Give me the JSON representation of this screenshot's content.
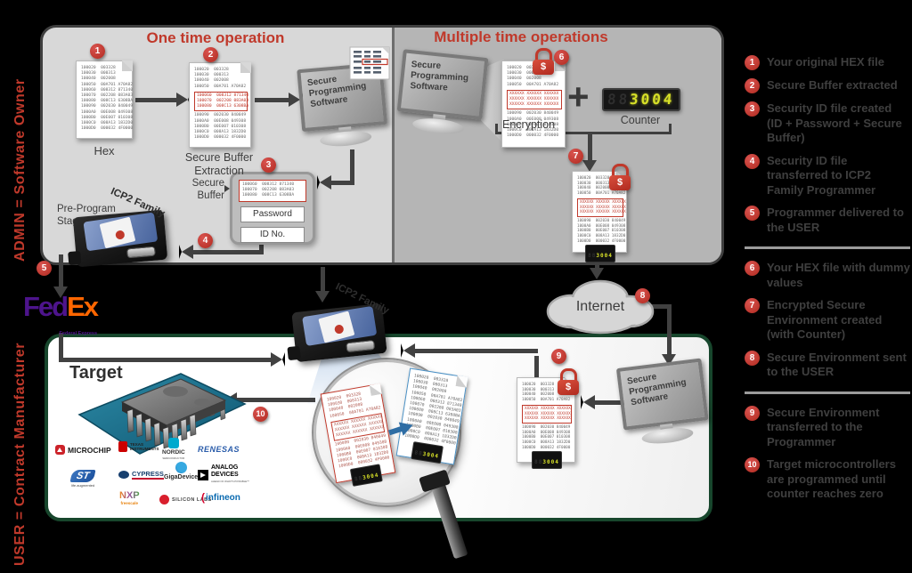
{
  "left_labels": {
    "admin": "ADMIN = Software Owner",
    "user": "USER = Contract Manufacturer"
  },
  "panels": {
    "one_time_title": "One time operation",
    "multiple_time_title": "Multiple time operations"
  },
  "labels": {
    "hex": "Hex",
    "secure_buffer_extraction": "Secure Buffer\nExtraction",
    "secure_buffer_side": "Secure\nBuffer",
    "password": "Password",
    "id_no": "ID No.",
    "pre_program_stage": "Pre-Program\nStage",
    "icp2_family": "ICP2 Family",
    "monitor": "Secure\nProgramming\nSoftware",
    "counter": "Counter",
    "encryption": "Encryption",
    "internet": "Internet",
    "target": "Target",
    "plus": "+"
  },
  "hex": {
    "rows_full": [
      "100020  003328",
      "100030  000313",
      "100040  002008",
      "100050  00A701 A70A82",
      "100060  008312 871340",
      "100070  002208 083A03",
      "100080  008C13 6308BA",
      "100090  002030 840049",
      "1000A0  00E008 049308",
      "1000B0  00E007 010308",
      "1000C0  008A13 1832D0",
      "1000D0  000032 4F0000"
    ],
    "rows_top": [
      "100020  003328",
      "100030  000313",
      "100040  002008",
      "100050  00A701 A70A82"
    ],
    "rows_secure": [
      "100060  008312 871340",
      "100070  002208 083A03",
      "100080  008C13 6308BA"
    ],
    "rows_dummy": [
      "XXXXXX XXXXXX XXXXXX",
      "XXXXXX XXXXXX XXXXXX",
      "XXXXXX XXXXXX XXXXXX"
    ],
    "rows_bottom": [
      "100090  002030 840049",
      "1000A0  00E008 049308",
      "1000B0  00E007 010308",
      "1000C0  008A13 1832D0",
      "1000D0  000032 4F0000"
    ]
  },
  "counter": {
    "leading": "88",
    "value": "3004"
  },
  "lock": {
    "symbol": "$"
  },
  "fedex": {
    "fed": "Fed",
    "ex": "Ex",
    "tagline": "Federal Express"
  },
  "legend": {
    "items": [
      {
        "num": "1",
        "text": "Your original HEX file"
      },
      {
        "num": "2",
        "text": "Secure Buffer extracted"
      },
      {
        "num": "3",
        "text": "Security ID file created (ID + Password + Secure Buffer)"
      },
      {
        "num": "4",
        "text": "Security ID file transferred to ICP2 Family Programmer"
      },
      {
        "num": "5",
        "text": "Programmer delivered to the USER"
      },
      {
        "num": "6",
        "text": "Your HEX file with dummy values"
      },
      {
        "num": "7",
        "text": "Encrypted Secure Environment created (with Counter)"
      },
      {
        "num": "8",
        "text": "Secure Environment sent to the USER"
      },
      {
        "num": "9",
        "text": "Secure Environment transferred to the Programmer"
      },
      {
        "num": "10",
        "text": "Target microcontrollers are programmed until counter reaches zero"
      }
    ]
  },
  "logos": {
    "microchip": "MICROCHIP",
    "ti_line1": "TEXAS",
    "ti_line2": "INSTRUMENTS",
    "nordic": "NORDIC",
    "nordic_sub": "SEMICONDUCTOR",
    "renesas": "RENESAS",
    "st": "ST",
    "st_sub": "life.augmented",
    "cypress": "CYPRESS",
    "gigadevice": "GigaDevice",
    "analog_line1": "ANALOG",
    "analog_line2": "DEVICES",
    "analog_sub": "AHEAD OF WHAT'S POSSIBLE™",
    "nxp": "NXP",
    "nxp_sub": "freescale",
    "silabs": "SILICON LABS",
    "infineon": "infineon"
  }
}
